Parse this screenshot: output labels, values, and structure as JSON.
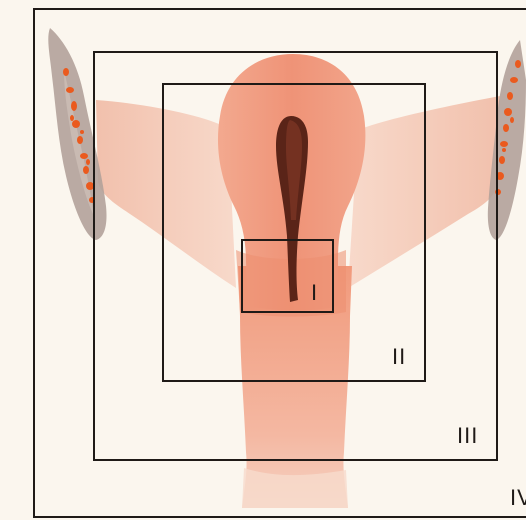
{
  "zones": [
    {
      "id": "I",
      "label": "I"
    },
    {
      "id": "II",
      "label": "II"
    },
    {
      "id": "III",
      "label": "III"
    },
    {
      "id": "IV",
      "label": "IV"
    }
  ],
  "colors": {
    "paper": "#fbf6ee",
    "frame_line": "#1f1a17",
    "uterus_body": "#ee9a7e",
    "cavity": "#5a2418",
    "ligament": "#f1b7a0",
    "ovary": "#b3a29a",
    "follicle": "#ea5a1e"
  }
}
